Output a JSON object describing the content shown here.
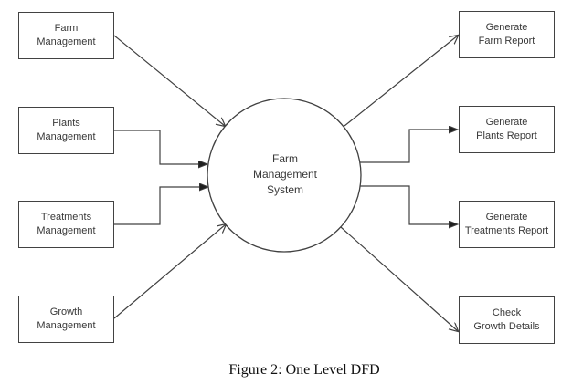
{
  "figure": {
    "caption": "Figure 2: One Level DFD"
  },
  "diagram": {
    "type": "data-flow-diagram",
    "process": {
      "lines": [
        "Farm",
        "Management",
        "System"
      ]
    },
    "sources": [
      {
        "id": "farm-management",
        "lines": [
          "Farm",
          "Management"
        ]
      },
      {
        "id": "plants-management",
        "lines": [
          "Plants",
          "Management"
        ]
      },
      {
        "id": "treatments-management",
        "lines": [
          "Treatments",
          "Management"
        ]
      },
      {
        "id": "growth-management",
        "lines": [
          "Growth",
          "Management"
        ]
      }
    ],
    "sinks": [
      {
        "id": "generate-farm-report",
        "lines": [
          "Generate",
          "Farm Report"
        ]
      },
      {
        "id": "generate-plants-report",
        "lines": [
          "Generate",
          "Plants Report"
        ]
      },
      {
        "id": "generate-treatments-report",
        "lines": [
          "Generate",
          "Treatments Report"
        ]
      },
      {
        "id": "check-growth-details",
        "lines": [
          "Check",
          "Growth Details"
        ]
      }
    ],
    "connections": [
      {
        "from": "Farm Management",
        "to": "Farm Management System"
      },
      {
        "from": "Plants Management",
        "to": "Farm Management System"
      },
      {
        "from": "Treatments Management",
        "to": "Farm Management System"
      },
      {
        "from": "Growth Management",
        "to": "Farm Management System"
      },
      {
        "from": "Farm Management System",
        "to": "Generate Farm Report"
      },
      {
        "from": "Farm Management System",
        "to": "Generate Plants Report"
      },
      {
        "from": "Farm Management System",
        "to": "Generate Treatments Report"
      },
      {
        "from": "Farm Management System",
        "to": "Check Growth Details"
      }
    ],
    "colors": {
      "stroke": "#404040",
      "text": "#383838",
      "background": "#ffffff"
    }
  }
}
